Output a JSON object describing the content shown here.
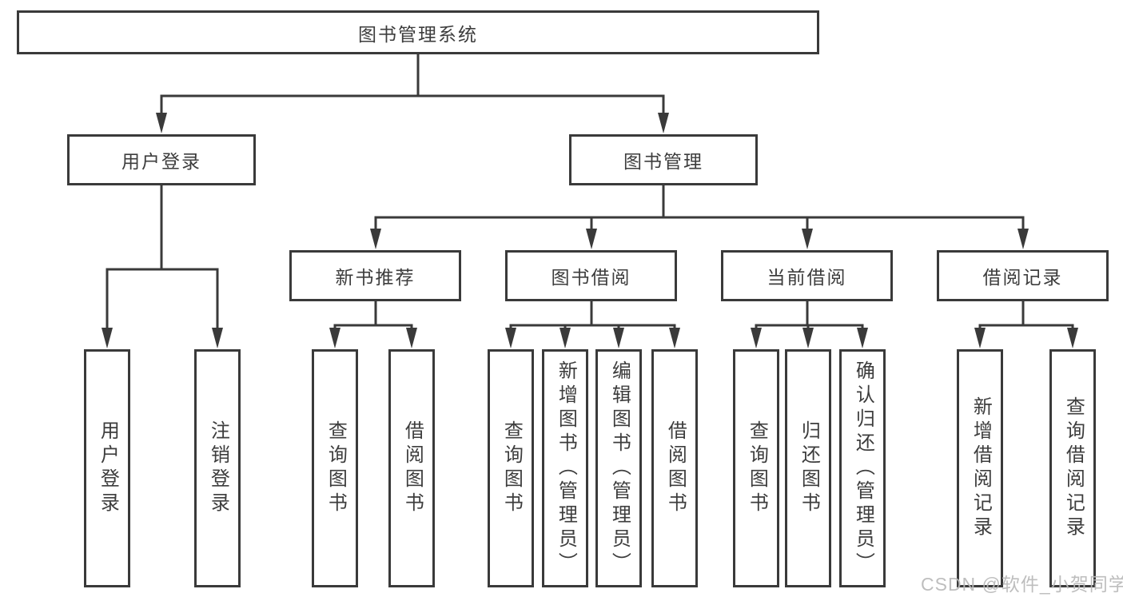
{
  "diagram": {
    "title": "图书管理系统",
    "level2": [
      "用户登录",
      "图书管理"
    ],
    "level3": [
      "新书推荐",
      "图书借阅",
      "当前借阅",
      "借阅记录"
    ],
    "level4_groups": [
      {
        "parent": "用户登录",
        "items": [
          "用户登录",
          "注销登录"
        ]
      },
      {
        "parent": "新书推荐",
        "items": [
          "查询图书",
          "借阅图书"
        ]
      },
      {
        "parent": "图书借阅",
        "items": [
          "查询图书",
          "新增图书（管理员）",
          "编辑图书（管理员）",
          "借阅图书"
        ]
      },
      {
        "parent": "当前借阅",
        "items": [
          "查询图书",
          "归还图书",
          "确认归还（管理员）"
        ]
      },
      {
        "parent": "借阅记录",
        "items": [
          "新增借阅记录",
          "查询借阅记录"
        ]
      }
    ]
  },
  "watermark": {
    "text": "CSDN @软件_小贺同学"
  },
  "colors": {
    "line": "#3a3a3a",
    "text": "#3d3d3d",
    "watermark": "#bdbdbd",
    "background": "#ffffff"
  }
}
